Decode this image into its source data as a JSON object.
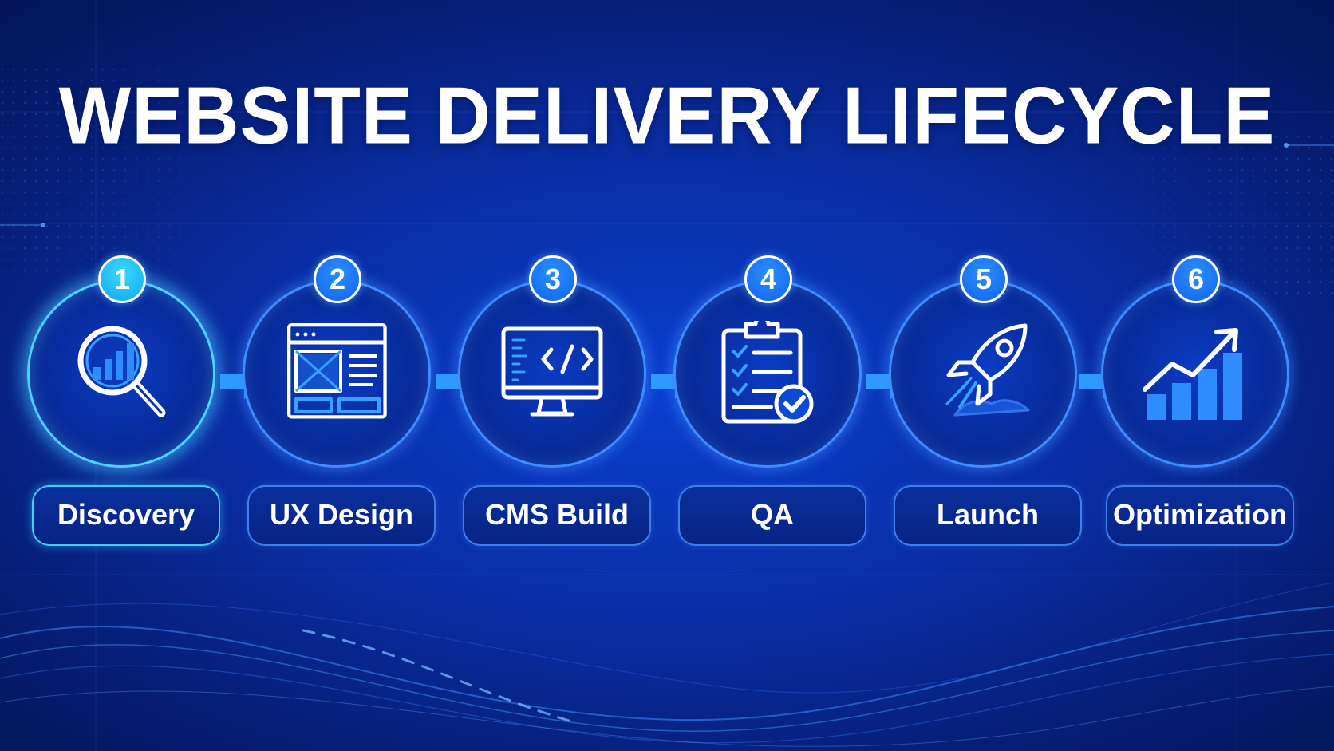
{
  "title": "WEBSITE DELIVERY LIFECYCLE",
  "colors": {
    "background": "#0a2fa8",
    "ring": "#3f8cff",
    "active_ring": "#4fd2ff",
    "badge": "#1066ee",
    "arrow": "#2f9bff",
    "text": "#ffffff"
  },
  "steps": [
    {
      "number": "1",
      "label": "Discovery",
      "icon": "magnifier-chart-icon",
      "active": true
    },
    {
      "number": "2",
      "label": "UX Design",
      "icon": "wireframe-icon",
      "active": false
    },
    {
      "number": "3",
      "label": "CMS Build",
      "icon": "code-monitor-icon",
      "active": false
    },
    {
      "number": "4",
      "label": "QA",
      "icon": "checklist-icon",
      "active": false
    },
    {
      "number": "5",
      "label": "Launch",
      "icon": "rocket-icon",
      "active": false
    },
    {
      "number": "6",
      "label": "Optimization",
      "icon": "growth-chart-icon",
      "active": false
    }
  ]
}
